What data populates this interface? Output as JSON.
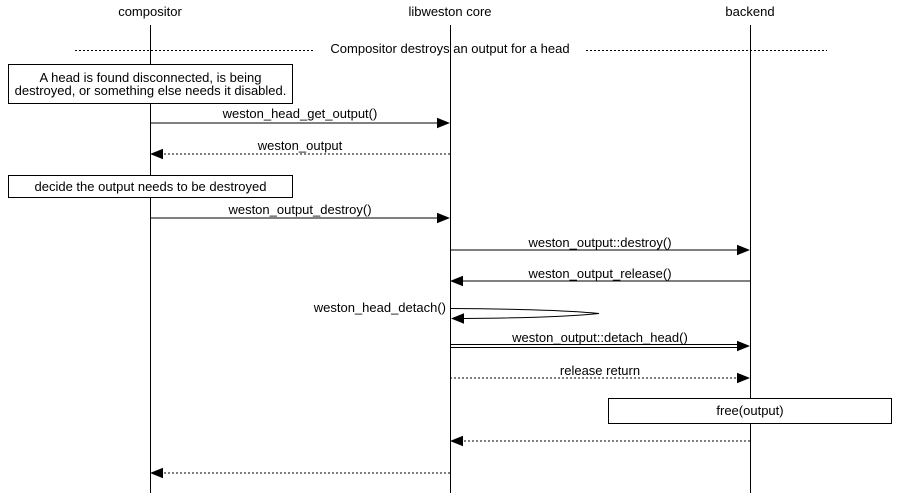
{
  "diagram": {
    "kind": "sequence-diagram",
    "colors": {
      "line": "#000000",
      "background": "#ffffff",
      "text": "#000000"
    },
    "participants": [
      {
        "label": "compositor"
      },
      {
        "label": "libweston core"
      },
      {
        "label": "backend"
      }
    ],
    "divider": {
      "label": "Compositor destroys an output for a head"
    },
    "notes": [
      {
        "text": "A head is found disconnected, is being destroyed, or something else needs it disabled.",
        "over": "compositor"
      },
      {
        "text": "decide the output needs to be destroyed",
        "over": "compositor"
      },
      {
        "text": "free(output)",
        "over": "backend"
      }
    ],
    "messages": [
      {
        "label": "weston_head_get_output()",
        "from": "compositor",
        "to": "libweston core",
        "style": "solid-call"
      },
      {
        "label": "weston_output",
        "from": "libweston core",
        "to": "compositor",
        "style": "dotted-return"
      },
      {
        "label": "weston_output_destroy()",
        "from": "compositor",
        "to": "libweston core",
        "style": "solid-call"
      },
      {
        "label": "weston_output::destroy()",
        "from": "libweston core",
        "to": "backend",
        "style": "solid-call"
      },
      {
        "label": "weston_output_release()",
        "from": "backend",
        "to": "libweston core",
        "style": "solid-call"
      },
      {
        "label": "weston_head_detach()",
        "from": "libweston core",
        "to": "libweston core",
        "style": "self-call"
      },
      {
        "label": "weston_output::detach_head()",
        "from": "libweston core",
        "to": "backend",
        "style": "double-call"
      },
      {
        "label": "release return",
        "from": "libweston core",
        "to": "backend",
        "style": "dotted-return"
      },
      {
        "label": "",
        "from": "backend",
        "to": "libweston core",
        "style": "dotted-return"
      },
      {
        "label": "",
        "from": "libweston core",
        "to": "compositor",
        "style": "dotted-return"
      }
    ]
  }
}
